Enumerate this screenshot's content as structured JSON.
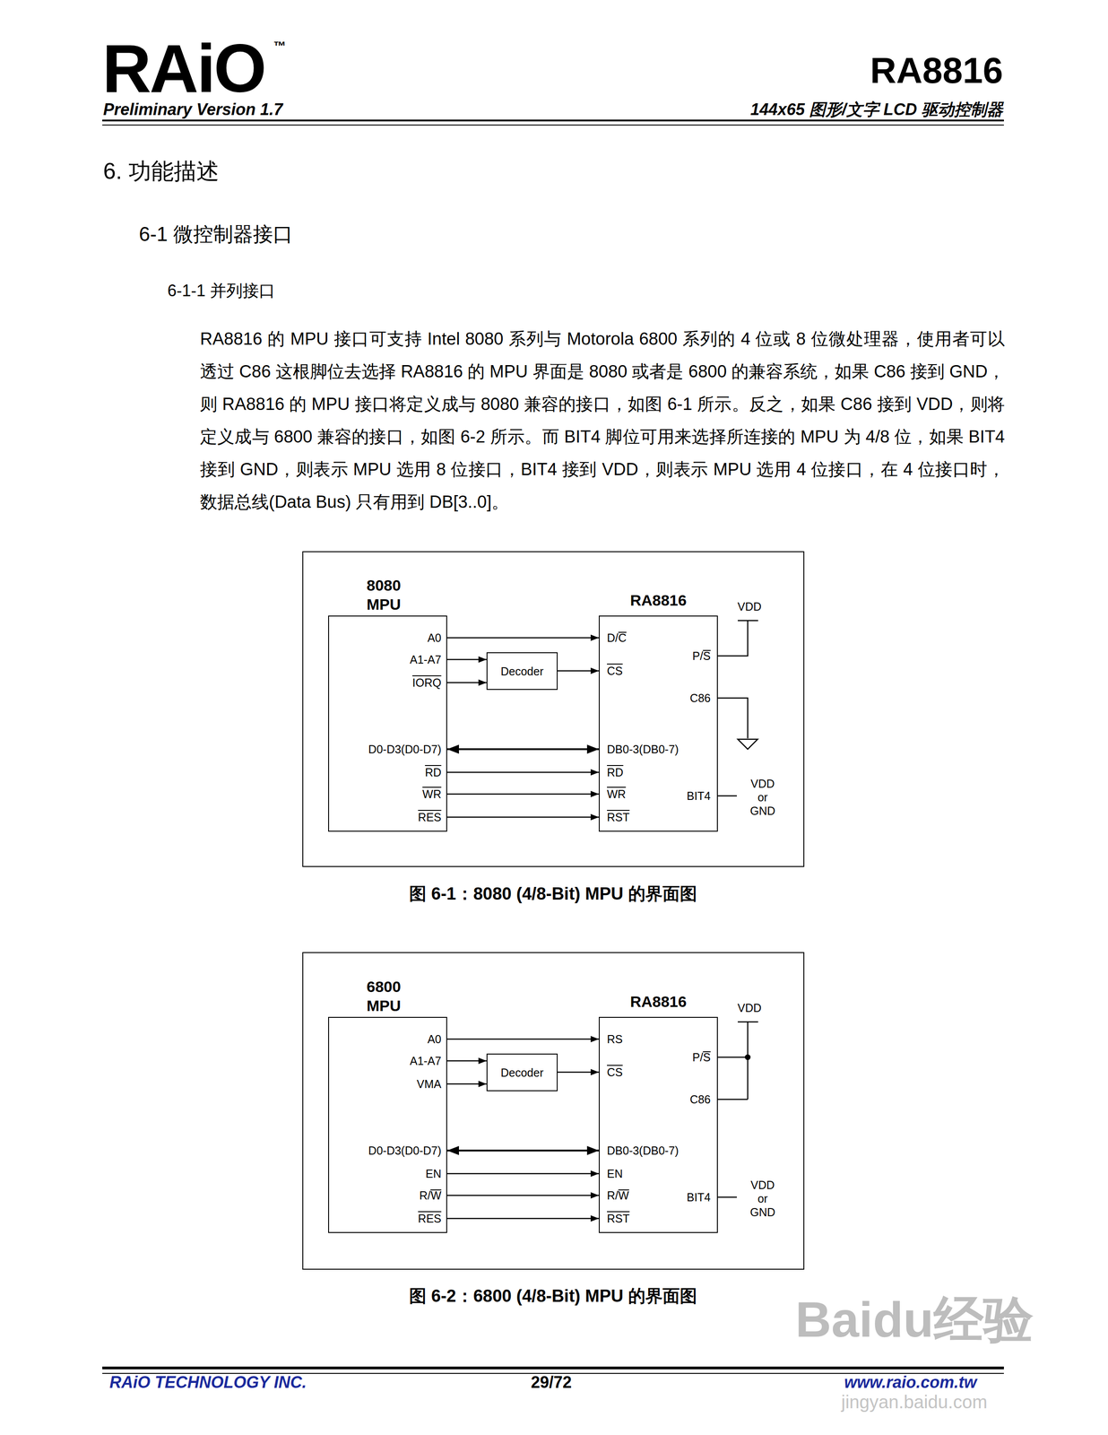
{
  "diagram": {
    "title": "6. 功能描述",
    "nodes": [
      {
        "text": [
          "8080 MPU"
        ]
      },
      {
        "text": [
          "Decoder"
        ]
      },
      {
        "text": [
          "RA8816"
        ]
      },
      {
        "text": [
          "6800 MPU"
        ]
      },
      {
        "text": [
          "Decoder"
        ]
      },
      {
        "text": [
          "RA8816"
        ]
      }
    ],
    "edges": [
      {
        "from": 0,
        "to": 2,
        "arrow": "to"
      },
      {
        "from": 0,
        "to": 1,
        "arrow": "to"
      },
      {
        "from": 0,
        "to": 1,
        "arrow": "to"
      },
      {
        "from": 1,
        "to": 2,
        "arrow": "to"
      },
      {
        "from": 0,
        "to": 2,
        "arrow": "both"
      },
      {
        "from": 0,
        "to": 2,
        "arrow": "to"
      },
      {
        "from": 0,
        "to": 2,
        "arrow": "to"
      },
      {
        "from": 0,
        "to": 2,
        "arrow": "to"
      },
      {
        "from": 3,
        "to": 5,
        "arrow": "to"
      },
      {
        "from": 3,
        "to": 4,
        "arrow": "to"
      },
      {
        "from": 3,
        "to": 4,
        "arrow": "to"
      },
      {
        "from": 4,
        "to": 5,
        "arrow": "to"
      },
      {
        "from": 3,
        "to": 5,
        "arrow": "both"
      },
      {
        "from": 3,
        "to": 5,
        "arrow": "to"
      },
      {
        "from": 3,
        "to": 5,
        "arrow": "to"
      },
      {
        "from": 3,
        "to": 5,
        "arrow": "to"
      }
    ],
    "labels": [
      "RAiO",
      "™",
      "Preliminary Version 1.7",
      "RA8816",
      "144x65 图形/文字 LCD 驱动控制器",
      "6-1 微控制器接口",
      "6-1-1 并列接口",
      "RA8816 的 MPU 接口可支持 Intel 8080 系列与 Motorola 6800 系列的 4 位或 8 位微处理器，使用者可以透过 C86 这根脚位去选择 RA8816 的 MPU 界面是 8080 或者是 6800 的兼容系统，如果 C86 接到 GND，则 RA8816 的 MPU 接口将定义成与 8080 兼容的接口，如图 6-1 所示。反之，如果 C86 接到 VDD，则将定义成与 6800 兼容的接口，如图 6-2 所示。而 BIT4 脚位可用来选择所连接的 MPU 为 4/8 位，如果 BIT4 接到 GND，则表示 MPU 选用 8 位接口，BIT4 接到 VDD，则表示 MPU 选用 4 位接口，在 4 位接口时，数据总线(Data Bus) 只有用到 DB[3..0]。",
      "A0",
      "A1-A7",
      "IORQ",
      "D0-D3(D0-D7)",
      "RD",
      "WR",
      "RES",
      "D/C",
      "CS",
      "DB0-3(DB0-7)",
      "RD",
      "WR",
      "RST",
      "P/S",
      "C86",
      "BIT4",
      "VDD",
      "VDD or GND",
      "图 6-1：8080 (4/8-Bit) MPU 的界面图",
      "A0",
      "A1-A7",
      "VMA",
      "D0-D3(D0-D7)",
      "EN",
      "R/W",
      "RES",
      "RS",
      "CS",
      "DB0-3(DB0-7)",
      "EN",
      "R/W",
      "RST",
      "P/S",
      "C86",
      "BIT4",
      "VDD",
      "VDD or GND",
      "图 6-2：6800 (4/8-Bit) MPU 的界面图",
      "RAiO TECHNOLOGY INC.",
      "29/72",
      "www.raio.com.tw",
      "Baidu经验",
      "jingyan.baidu.com"
    ]
  }
}
